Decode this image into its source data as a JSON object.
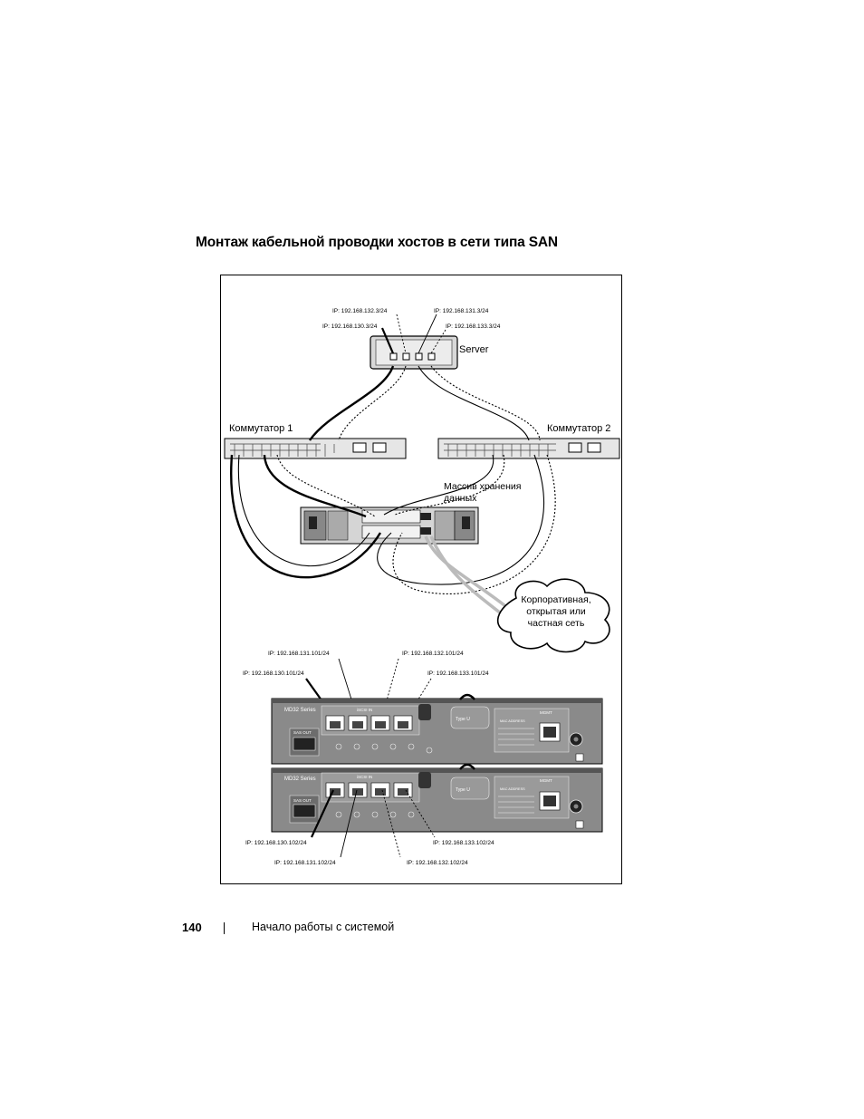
{
  "section_title": "Монтаж кабельной проводки хостов в сети типа SAN",
  "diagram": {
    "server_label": "Server",
    "switch1_label": "Коммутатор 1",
    "switch2_label": "Коммутатор 2",
    "storage_label_line1": "Массив хранения",
    "storage_label_line2": "данных",
    "network_label_line1": "Корпоративная,",
    "network_label_line2": "открытая или",
    "network_label_line3": "частная сеть",
    "server_ips": {
      "ip_132_3": "IP: 192.168.132.3/24",
      "ip_131_3": "IP: 192.168.131.3/24",
      "ip_130_3": "IP: 192.168.130.3/24",
      "ip_133_3": "IP: 192.168.133.3/24"
    },
    "controller0_ips": {
      "ip_131_101": "IP: 192.168.131.101/24",
      "ip_132_101": "IP: 192.168.132.101/24",
      "ip_130_101": "IP: 192.168.130.101/24",
      "ip_133_101": "IP: 192.168.133.101/24"
    },
    "controller1_ips": {
      "ip_130_102": "IP: 192.168.130.102/24",
      "ip_133_102": "IP: 192.168.133.102/24",
      "ip_131_102": "IP: 192.168.131.102/24",
      "ip_132_102": "IP: 192.168.132.102/24"
    },
    "panel": {
      "model": "MD32 Series",
      "sas_out": "SAS OUT",
      "iscsi_in": "iSCSI IN",
      "type_label": "Type U",
      "mgmt": "MGMT",
      "mac_address": "MAC ADDRESS"
    }
  },
  "footer": {
    "page_number": "140",
    "title": "Начало работы с системой"
  }
}
